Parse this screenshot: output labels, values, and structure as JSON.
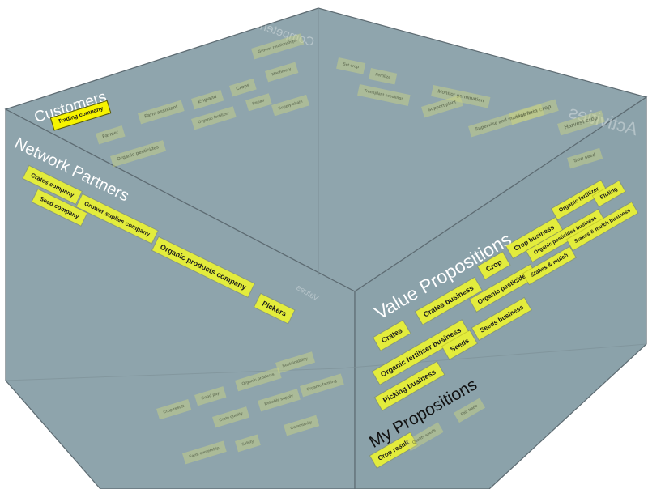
{
  "colors": {
    "page": "#ffffff",
    "cube_face": "#8ea5ad",
    "cube_face_dark": "#889ea7",
    "edge": "#5f6a70",
    "tag": "#e3ec3c",
    "selected_tag": "#f6f300"
  },
  "faces": {
    "customers": {
      "title": "Customers",
      "items": [
        "Trading company"
      ],
      "selected": "Trading company"
    },
    "network_partners": {
      "title": "Network Partners",
      "items": [
        "Crates company",
        "Seed company",
        "Grower suplies company",
        "Organic products company",
        "Pickers"
      ]
    },
    "value_propositions": {
      "title": "Value Propositions",
      "items": [
        "Crates",
        "Crates business",
        "Crop",
        "Crop business",
        "Organic fertilizer",
        "Fluting",
        "Organic fertilizer business",
        "Seeds",
        "Organic pesticides",
        "Organic pesticides business",
        "Stakes & mulch business",
        "Picking business",
        "Seeds business",
        "Stakes & mulch"
      ]
    },
    "my_propositions": {
      "title": "My Propositions",
      "items": [
        "Crop result"
      ]
    },
    "competences_ghost": {
      "title": "Competences",
      "items": [
        "Grower relationships",
        "Farmer",
        "Farm assistant",
        "England",
        "Crops",
        "Machinery",
        "Repair",
        "Organic pesticides",
        "Organic fertilizer",
        "Supply chain"
      ]
    },
    "activities_ghost": {
      "title": "Activities",
      "items": [
        "Harvest crop",
        "Maintain crop",
        "Monitor germination",
        "Sow seed",
        "Supervise and manage farm",
        "Support plant",
        "Fertilize",
        "Set crop",
        "Transplant seedlings"
      ]
    },
    "values_ghost": {
      "title": "Values",
      "items": [
        "Crop result",
        "Good pay",
        "Organic products",
        "Sustainability",
        "Crate quality",
        "Reliable supply",
        "Organic farming",
        "Farm ownership",
        "Safety",
        "Community",
        "Quality seeds",
        "Fair trade"
      ]
    }
  }
}
